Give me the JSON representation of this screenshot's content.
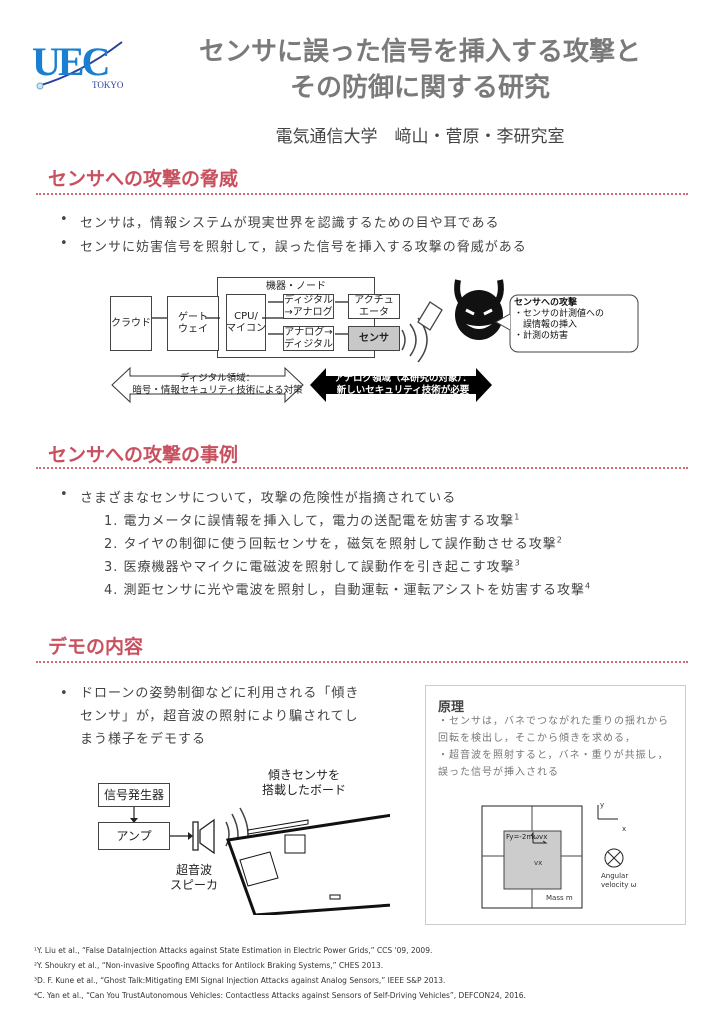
{
  "logo": {
    "text": "UEC",
    "sub": "TOKYO",
    "color": "#1a7fd0"
  },
  "header": {
    "title_line1": "センサに誤った信号を挿入する攻撃と",
    "title_line2": "その防御に関する研究",
    "affiliation": "電気通信大学　﨑山・菅原・李研究室"
  },
  "colors": {
    "heading": "#c9505e",
    "title": "#7a7a7a"
  },
  "section1": {
    "heading": "センサへの攻撃の脅威",
    "bullets": [
      "センサは，情報システムが現実世界を認識するための目や耳である",
      "センサに妨害信号を照射して，誤った信号を挿入する攻撃の脅威がある"
    ],
    "diagram": {
      "node_label": "機器・ノード",
      "cloud": "クラウド",
      "gateway": "ゲート\nウェイ",
      "cpu": "CPU/\nマイコン",
      "dac": "ディジタル\n→アナログ",
      "adc": "アナログ→\nディジタル",
      "actuator": "アクチュ\nエータ",
      "sensor": "センサ",
      "bubble_title": "センサへの攻撃",
      "bubble_items": [
        "・センサの計測値への\n　誤情報の挿入",
        "・計測の妨害"
      ],
      "digital_arrow": "ディジタル領域：\n暗号・情報セキュリティ技術による対策",
      "analog_arrow": "アナログ領域（本研究の対象）：\n新しいセキュリティ技術が必要"
    }
  },
  "section2": {
    "heading": "センサへの攻撃の事例",
    "bullet": "さまざまなセンサについて，攻撃の危険性が指摘されている",
    "items": [
      {
        "n": "1.",
        "text": "電力メータに誤情報を挿入して，電力の送配電を妨害する攻撃",
        "ref": "1"
      },
      {
        "n": "2.",
        "text": "タイヤの制御に使う回転センサを，磁気を照射して誤作動させる攻撃",
        "ref": "2"
      },
      {
        "n": "3.",
        "text": "医療機器やマイクに電磁波を照射して誤動作を引き起こす攻撃",
        "ref": "3"
      },
      {
        "n": "4.",
        "text": "測距センサに光や電波を照射し，自動運転・運転アシストを妨害する攻撃",
        "ref": "4"
      }
    ]
  },
  "section3": {
    "heading": "デモの内容",
    "bullet": "ドローンの姿勢制御などに利用される「傾き\nセンサ」が，超音波の照射により騙されてし\nまう様子をデモする",
    "demo": {
      "generator": "信号発生器",
      "amp": "アンプ",
      "speaker": "超音波\nスピーカ",
      "board": "傾きセンサを\n搭載したボード"
    },
    "principle": {
      "title": "原理",
      "text": "・センサは，バネでつながれた重りの揺れから回転を検出し，そこから傾きを求める，\n・超音波を照射すると，バネ・重りが共振し，誤った信号が挿入される",
      "force": "Fy=-2mωvx",
      "vx": "vx",
      "mass": "Mass m",
      "axis_y": "y",
      "axis_x": "x",
      "omega": "Angular\nvelocity ω"
    }
  },
  "footnotes": [
    "¹Y. Liu et al., “False DataInjection Attacks against State Estimation in Electric Power Grids,” CCS '09, 2009.",
    "²Y. Shoukry et al., “Non-invasive Spoofing Attacks for Antilock Braking Systems,” CHES 2013.",
    "³D. F. Kune et al., “Ghost Talk:Mitigating EMI Signal Injection Attacks against Analog Sensors,” IEEE S&P 2013.",
    "⁴C. Yan et al., “Can You TrustAutonomous Vehicles: Contactless Attacks against Sensors of Self-Driving Vehicles”, DEFCON24, 2016."
  ]
}
